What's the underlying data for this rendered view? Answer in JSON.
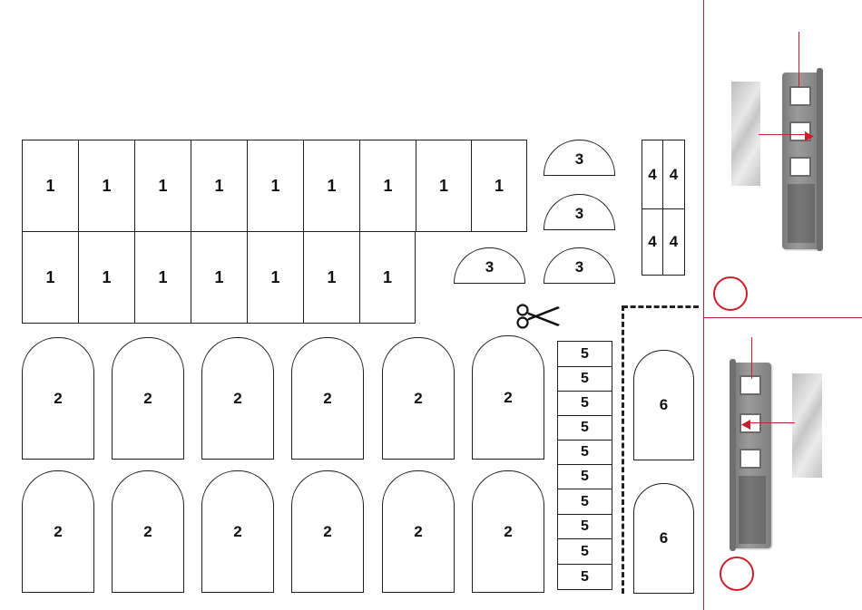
{
  "pieces": {
    "p1": [
      "1",
      "1",
      "1",
      "1",
      "1",
      "1",
      "1",
      "1",
      "1",
      "1",
      "1",
      "1",
      "1",
      "1",
      "1",
      "1"
    ],
    "p2": [
      "2",
      "2",
      "2",
      "2",
      "2",
      "2",
      "2",
      "2",
      "2",
      "2",
      "2",
      "2"
    ],
    "p3": [
      "3",
      "3",
      "3",
      "3"
    ],
    "p4": [
      "4",
      "4",
      "4",
      "4"
    ],
    "p5": [
      "5",
      "5",
      "5",
      "5",
      "5",
      "5",
      "5",
      "5",
      "5",
      "5"
    ],
    "p6": [
      "6",
      "6"
    ]
  },
  "colors": {
    "outline": "#1f1f1f",
    "accent_red": "#c8202a",
    "frame_gray": "#8a8a8a"
  },
  "icons": {
    "scissors": "scissors-icon",
    "marker": "circle-marker-icon"
  }
}
